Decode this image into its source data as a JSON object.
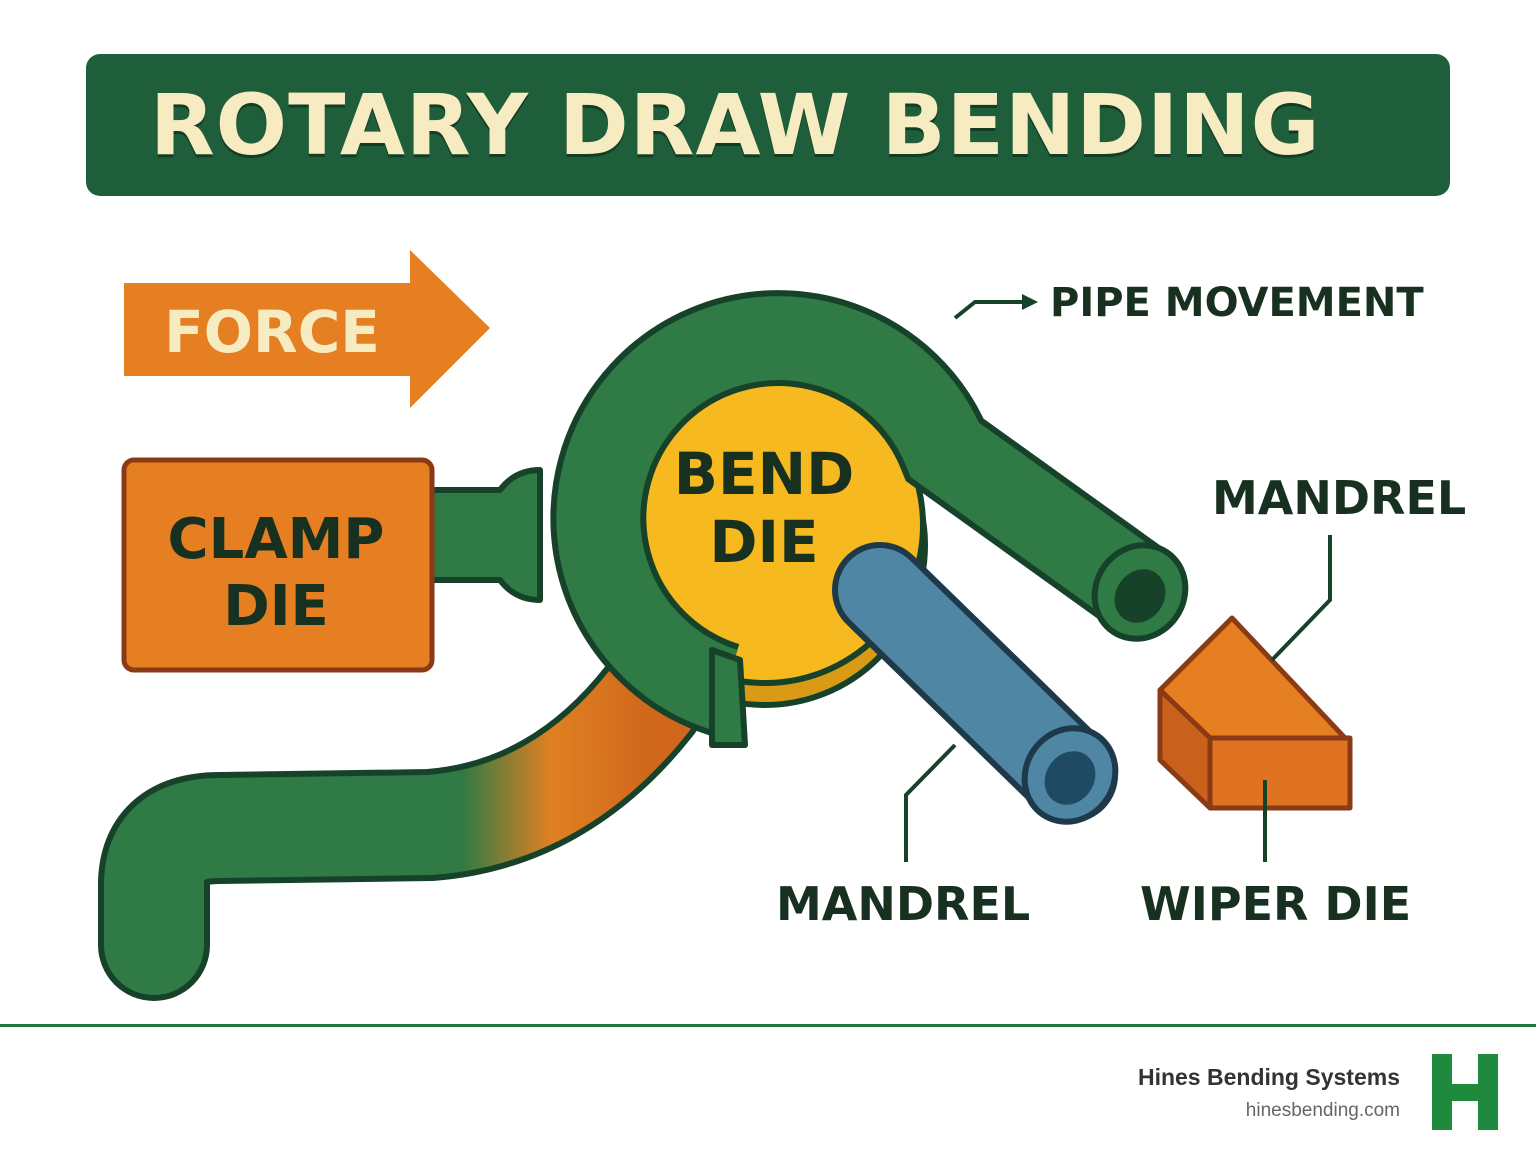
{
  "title": "ROTARY DRAW BENDING",
  "labels": {
    "force": "FORCE",
    "clamp_die_line1": "CLAMP",
    "clamp_die_line2": "DIE",
    "bend_die_line1": "BEND",
    "bend_die_line2": "DIE",
    "pipe_movement": "PIPE MOVEMENT",
    "mandrel_top": "MANDREL",
    "mandrel_bottom": "MANDREL",
    "wiper_die": "WIPER DIE"
  },
  "footer": {
    "brand": "Hines Bending Systems",
    "url": "hinesbending.com",
    "logo_letter": "H"
  },
  "colors": {
    "pipe_green": "#2f7a45",
    "pipe_dark": "#17422a",
    "orange": "#e67e22",
    "bend_die_yellow": "#f6b91f",
    "mandrel_blue": "#4f86a3",
    "title_bg": "#1e5e3a",
    "title_text": "#f7ebc2",
    "brand_green": "#1f8a3d"
  }
}
